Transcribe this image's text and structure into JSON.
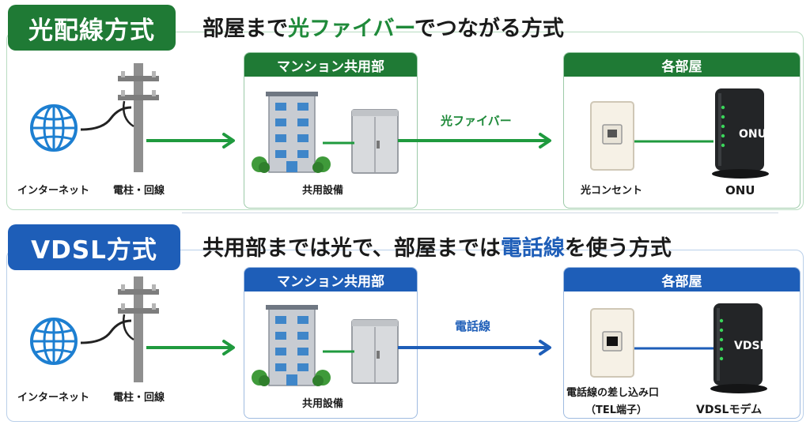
{
  "fiber": {
    "title": "光配線方式",
    "headline_pre": "部屋まで",
    "headline_hl": "光ファイバー",
    "headline_post": "でつながる方式",
    "internet_label": "インターネット",
    "pole_label": "電柱・回線",
    "shared_box_title": "マンション共用部",
    "shared_equipment_label": "共用設備",
    "line_label": "光ファイバー",
    "room_box_title": "各部屋",
    "outlet_label": "光コンセント",
    "device_label": "ONU",
    "device_text": "ONU",
    "line_color": "#1f9a3e"
  },
  "vdsl": {
    "title": "VDSL方式",
    "headline_pre": "共用部までは光で、部屋までは",
    "headline_hl": "電話線",
    "headline_post": "を使う方式",
    "internet_label": "インターネット",
    "pole_label": "電柱・回線",
    "shared_box_title": "マンション共用部",
    "shared_equipment_label": "共用設備",
    "line_label": "電話線",
    "room_box_title": "各部屋",
    "outlet_label_line1": "電話線の差し込み口",
    "outlet_label_line2": "（TEL端子）",
    "device_label": "VDSLモデム",
    "device_text": "VDSL",
    "line_color": "#1e5eb8"
  },
  "colors": {
    "green": "#1f7a35",
    "blue": "#1e5eb8"
  }
}
